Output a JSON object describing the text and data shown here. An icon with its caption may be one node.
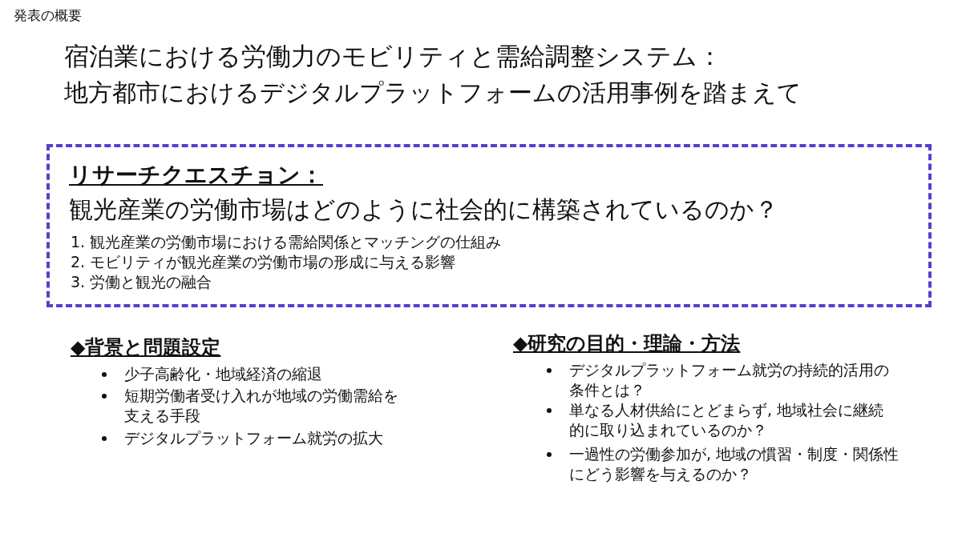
{
  "diagram": {
    "title": "宿泊業における労働力のモビリティと需給調整システム：",
    "nodes": [
      {
        "text": [
          "リサーチクエスチョン：",
          "観光産業の労働市場はどのように社会的に構築されているのか？",
          "1. 観光産業の労働市場における需給関係とマッチングの仕組み",
          "2. モビリティが観光産業の労働市場の形成に与える影響",
          "3. 労働と観光の融合"
        ]
      }
    ],
    "edges": [],
    "labels": [
      "発表の概要",
      "地方都市におけるデジタルプラットフォームの活用事例を踏まえて",
      "◆背景と問題設定",
      "少子高齢化・地域経済の縮退",
      "短期労働者受け入れが地域の労働需給を支える手段",
      "デジタルプラットフォーム就労の拡大",
      "◆研究の目的・理論・方法",
      "デジタルプラットフォーム就労の持続的活用の条件とは？",
      "単なる人材供給にとどまらず, 地域社会に継続的に取り込まれているのか？",
      "一過性の労働参加が, 地域の慣習・制度・関係性にどう影響を与えるのか？"
    ]
  }
}
